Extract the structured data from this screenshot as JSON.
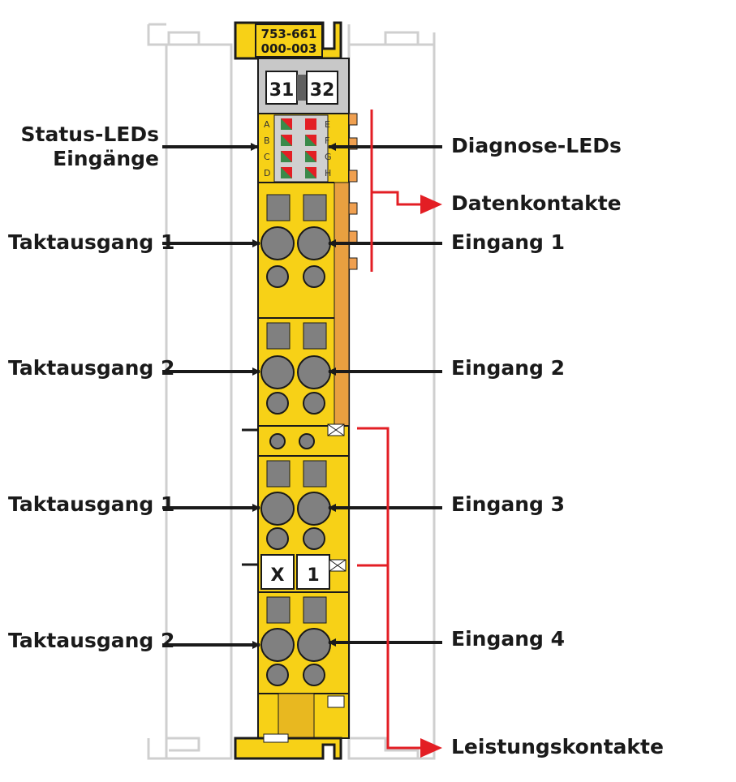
{
  "module": {
    "part_number_line1": "753-661",
    "part_number_line2": "000-003",
    "marker_left": "31",
    "marker_right": "32",
    "marker_bottom_left": "X",
    "marker_bottom_right": "1",
    "led_letters_left": [
      "A",
      "B",
      "C",
      "D"
    ],
    "led_letters_right": [
      "E",
      "F",
      "G",
      "H"
    ]
  },
  "labels": {
    "status_leds_line1": "Status-LEDs",
    "status_leds_line2": "Eingänge",
    "diagnose_leds": "Diagnose-LEDs",
    "datenkontakte": "Datenkontakte",
    "taktausgang_1a": "Taktausgang 1",
    "eingang_1": "Eingang 1",
    "taktausgang_2a": "Taktausgang 2",
    "eingang_2": "Eingang 2",
    "taktausgang_1b": "Taktausgang 1",
    "eingang_3": "Eingang 3",
    "taktausgang_2b": "Taktausgang 2",
    "eingang_4": "Eingang 4",
    "leistungskontakte": "Leistungskontakte"
  },
  "colors": {
    "module_yellow": "#f7d117",
    "module_dark_yellow": "#e0b400",
    "arrow_black": "#1a1a1a",
    "arrow_red": "#e31e24",
    "clamp_gray": "#808080",
    "contact_orange": "#f0a050",
    "outline_gray": "#c8c8c8"
  }
}
